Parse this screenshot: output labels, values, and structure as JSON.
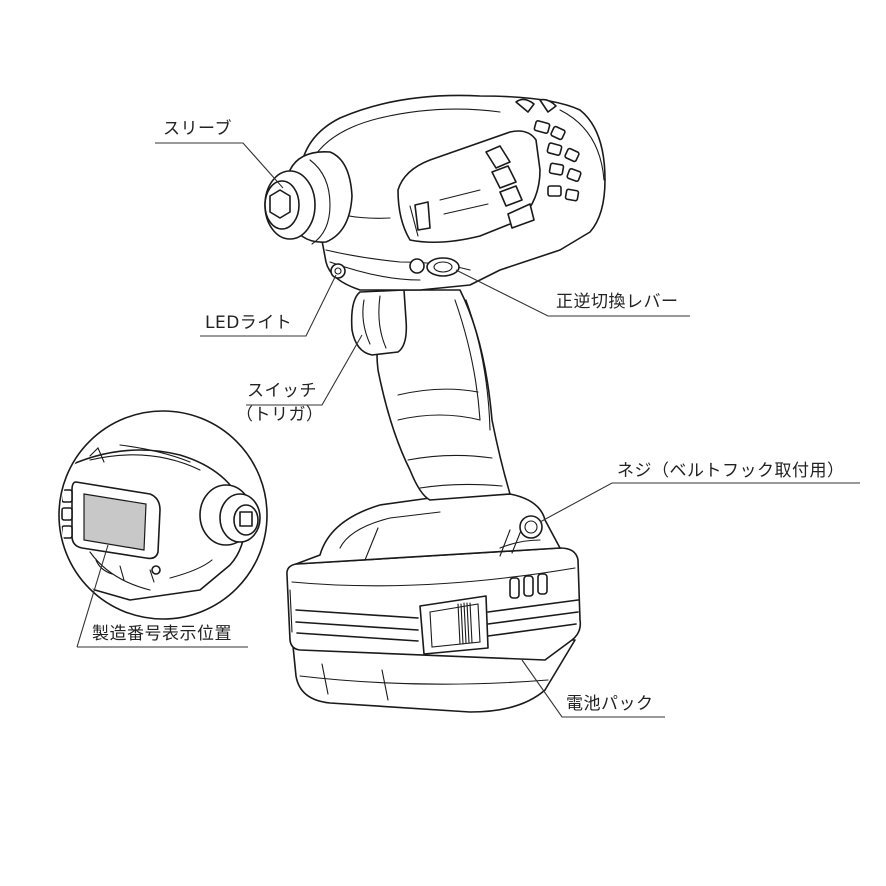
{
  "labels": {
    "sleeve": "スリーブ",
    "led_light": "LEDライト",
    "switch_line1": "スイッチ",
    "switch_line2": "（トリガ）",
    "reverse_lever": "正逆切換レバー",
    "screw": "ネジ（ベルトフック取付用）",
    "serial_position": "製造番号表示位置",
    "battery_pack": "電池パック"
  }
}
